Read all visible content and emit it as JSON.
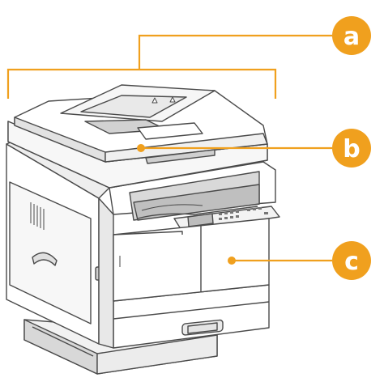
{
  "colors": {
    "accent": "#F0A01E",
    "outline": "#4a4a4a",
    "body_fill": "#ffffff",
    "shade": "#dcdcdc",
    "dark_shade": "#9a9a9a"
  },
  "callouts": {
    "a": {
      "label": "a",
      "target": "whole-machine"
    },
    "b": {
      "label": "b",
      "target": "document-feeder"
    },
    "c": {
      "label": "c",
      "target": "front-cover"
    }
  }
}
